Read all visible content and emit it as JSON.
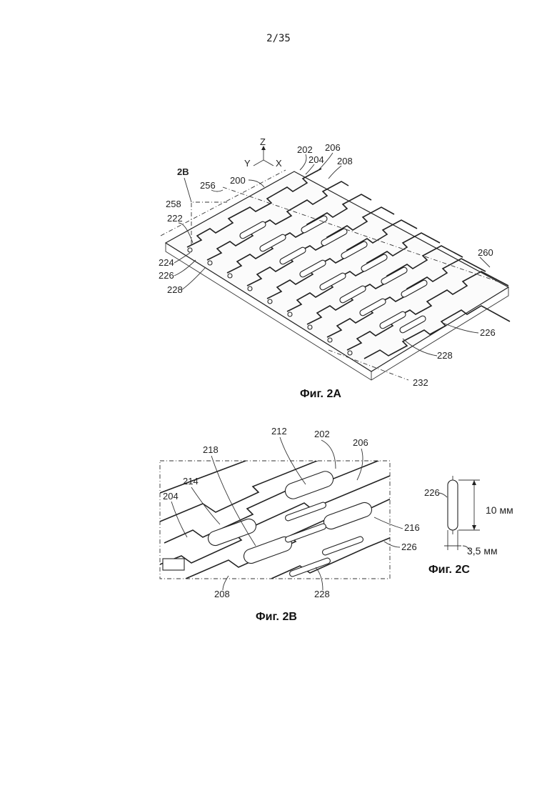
{
  "page": {
    "number": "2/35"
  },
  "figures": [
    {
      "id": "2A",
      "caption": "Фиг. 2A",
      "axes": {
        "z": "Z",
        "y": "Y",
        "x": "X"
      },
      "section_marker": "2B",
      "labels": {
        "r200": "200",
        "r202": "202",
        "r204": "204",
        "r206": "206",
        "r208": "208",
        "r256": "256",
        "r258": "258",
        "r222": "222",
        "r224": "224",
        "r226": "226",
        "r228": "228",
        "r260": "260",
        "r226b": "226",
        "r228b": "228",
        "r232": "232"
      }
    },
    {
      "id": "2B",
      "caption": "Фиг. 2B",
      "labels": {
        "r212": "212",
        "r202": "202",
        "r206": "206",
        "r218": "218",
        "r214": "214",
        "r204": "204",
        "r216": "216",
        "r226": "226",
        "r208": "208",
        "r228": "228"
      }
    },
    {
      "id": "2C",
      "caption": "Фиг. 2C",
      "labels": {
        "r226": "226"
      },
      "dimensions": {
        "length": "10 мм",
        "width": "3,5 мм"
      }
    }
  ]
}
